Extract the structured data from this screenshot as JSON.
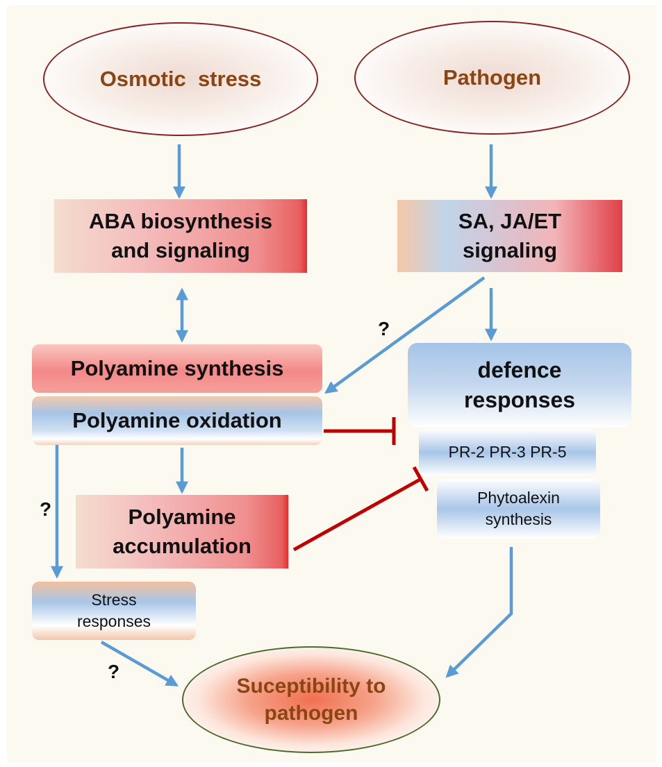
{
  "nodes": {
    "osmotic_stress": "Osmotic  stress",
    "pathogen": "Pathogen",
    "aba": "ABA biosynthesis and signaling",
    "sa_ja": "SA, JA/ET signaling",
    "pa_synthesis": "Polyamine synthesis",
    "pa_oxidation": "Polyamine oxidation",
    "pa_accumulation": "Polyamine accumulation",
    "defence": "defence responses",
    "pr": "PR-2 PR-3 PR-5",
    "phytoalexin": "Phytoalexin synthesis",
    "stress_responses": "Stress responses",
    "susceptibility": "Suceptibility to pathogen"
  },
  "question_mark": "?",
  "colors": {
    "activation_arrow": "#5b9bd5",
    "inhibition_arrow": "#c00000",
    "ellipse_text": "#8b4513"
  }
}
